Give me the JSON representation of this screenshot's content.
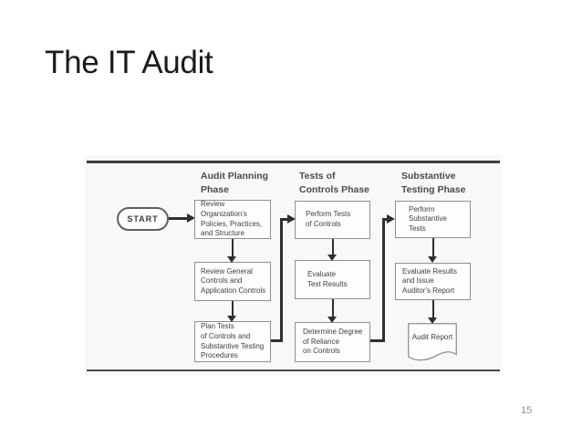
{
  "slide": {
    "title": "The IT Audit",
    "page_number": "15"
  },
  "figure": {
    "start_label": "START",
    "columns": [
      {
        "header": "Audit Planning\nPhase",
        "boxes": [
          "Review\nOrganization's\nPolicies, Practices,\nand Structure",
          "Review General\nControls and\nApplication Controls",
          "Plan Tests\nof Controls and\nSubstantive Testing\nProcedures"
        ]
      },
      {
        "header": "Tests of\nControls Phase",
        "boxes": [
          "Perform Tests\nof Controls",
          "Evaluate\nTest Results",
          "Determine Degree\nof Reliance\non Controls"
        ]
      },
      {
        "header": "Substantive\nTesting Phase",
        "boxes": [
          "Perform\nSubstantive\nTests",
          "Evaluate Results\nand Issue\nAuditor's Report",
          "Audit Report"
        ]
      }
    ]
  },
  "colors": {
    "rule": "#3e3e3e",
    "arrow": "#2f2f2f",
    "box_border": "#8f8f8f",
    "figure_background": "#f8f8f8",
    "title_text": "#1b1b1b",
    "page_number_text": "#8f8f8f"
  }
}
